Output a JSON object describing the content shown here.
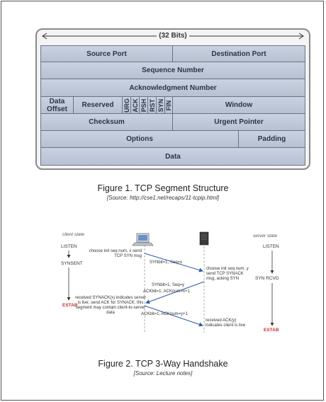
{
  "figure1": {
    "bits_label": "(32 Bits)",
    "fields": {
      "source_port": "Source Port",
      "destination_port": "Destination Port",
      "sequence_number": "Sequence Number",
      "acknowledgment_number": "Acknowledgment Number",
      "data_offset": "Data Offset",
      "reserved": "Reserved",
      "flags": [
        "URG",
        "ACK",
        "PSH",
        "RST",
        "SYN",
        "FIN"
      ],
      "window": "Window",
      "checksum": "Checksum",
      "urgent_pointer": "Urgent Pointer",
      "options": "Options",
      "padding": "Padding",
      "data": "Data"
    },
    "caption": "Figure 1. TCP Segment Structure",
    "source": "[Source: http://cse1.net/recaps/11-tcpip.html]"
  },
  "figure2": {
    "client_state_label": "client state",
    "server_state_label": "server state",
    "client_states": [
      "LISTEN",
      "SYNSENT",
      "ESTAB"
    ],
    "server_states": [
      "LISTEN",
      "SYN RCVD",
      "ESTAB"
    ],
    "client_note_1": "choose init seq num, x send TCP SYN msg",
    "msg_syn": "SYNbit=1, Seq=x",
    "server_note_1": "choose init seq num, y send TCP SYNACK msg, acking SYN",
    "msg_synack_1": "SYNbit=1, Seq=y",
    "msg_synack_2": "ACKbit=1; ACKnum=x+1",
    "client_note_2": "received SYNACK(x) indicates server is live; send ACK for SYNACK; this segment may contain client-to-server data",
    "msg_ack": "ACKbit=1, ACKnum=y+1",
    "server_note_2": "received ACK(y) indicates client is live",
    "caption": "Figure 2. TCP 3-Way Handshake",
    "source": "[Source: Lecture notes]"
  }
}
